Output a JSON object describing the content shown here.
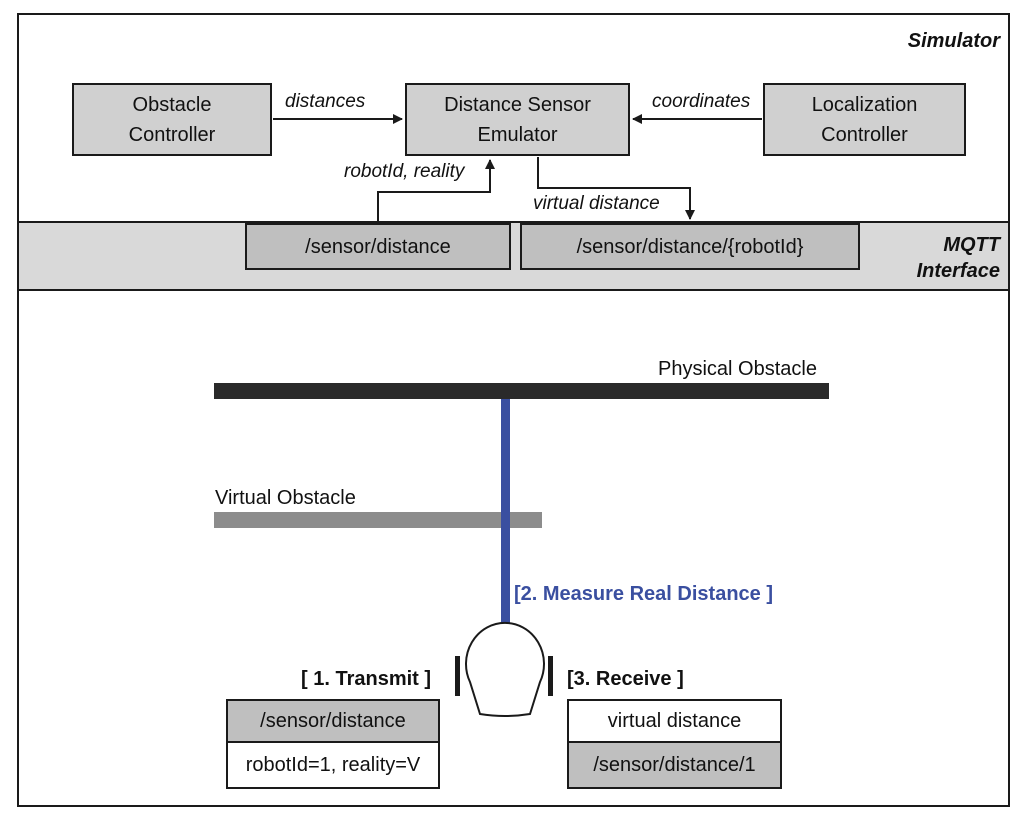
{
  "simulator": {
    "section_label": "Simulator",
    "obstacle_controller": [
      "Obstacle",
      "Controller"
    ],
    "distance_sensor_emulator": [
      "Distance Sensor",
      "Emulator"
    ],
    "localization_controller": [
      "Localization",
      "Controller"
    ],
    "edge_distances": "distances",
    "edge_coordinates": "coordinates",
    "edge_robotid_reality": "robotId, reality",
    "edge_virtual_distance": "virtual distance"
  },
  "mqtt": {
    "section_label": [
      "MQTT",
      "Interface"
    ],
    "topic_sensor_distance": "/sensor/distance",
    "topic_sensor_distance_robot": "/sensor/distance/{robotId}"
  },
  "scene": {
    "physical_obstacle": "Physical Obstacle",
    "virtual_obstacle": "Virtual Obstacle",
    "step_measure": "[2. Measure Real Distance ]",
    "step_transmit": "[ 1. Transmit ]",
    "step_receive": "[3. Receive ]",
    "transmit_topic": "/sensor/distance",
    "transmit_payload": "robotId=1, reality=V",
    "receive_payload": "virtual distance",
    "receive_topic": "/sensor/distance/1"
  },
  "colors": {
    "physical_bar": "#2a2a2a",
    "virtual_bar": "#8c8c8c",
    "beam": "#3a4fa0",
    "box_fill": "#d0d0d0",
    "band_fill": "#d9d9d9"
  }
}
